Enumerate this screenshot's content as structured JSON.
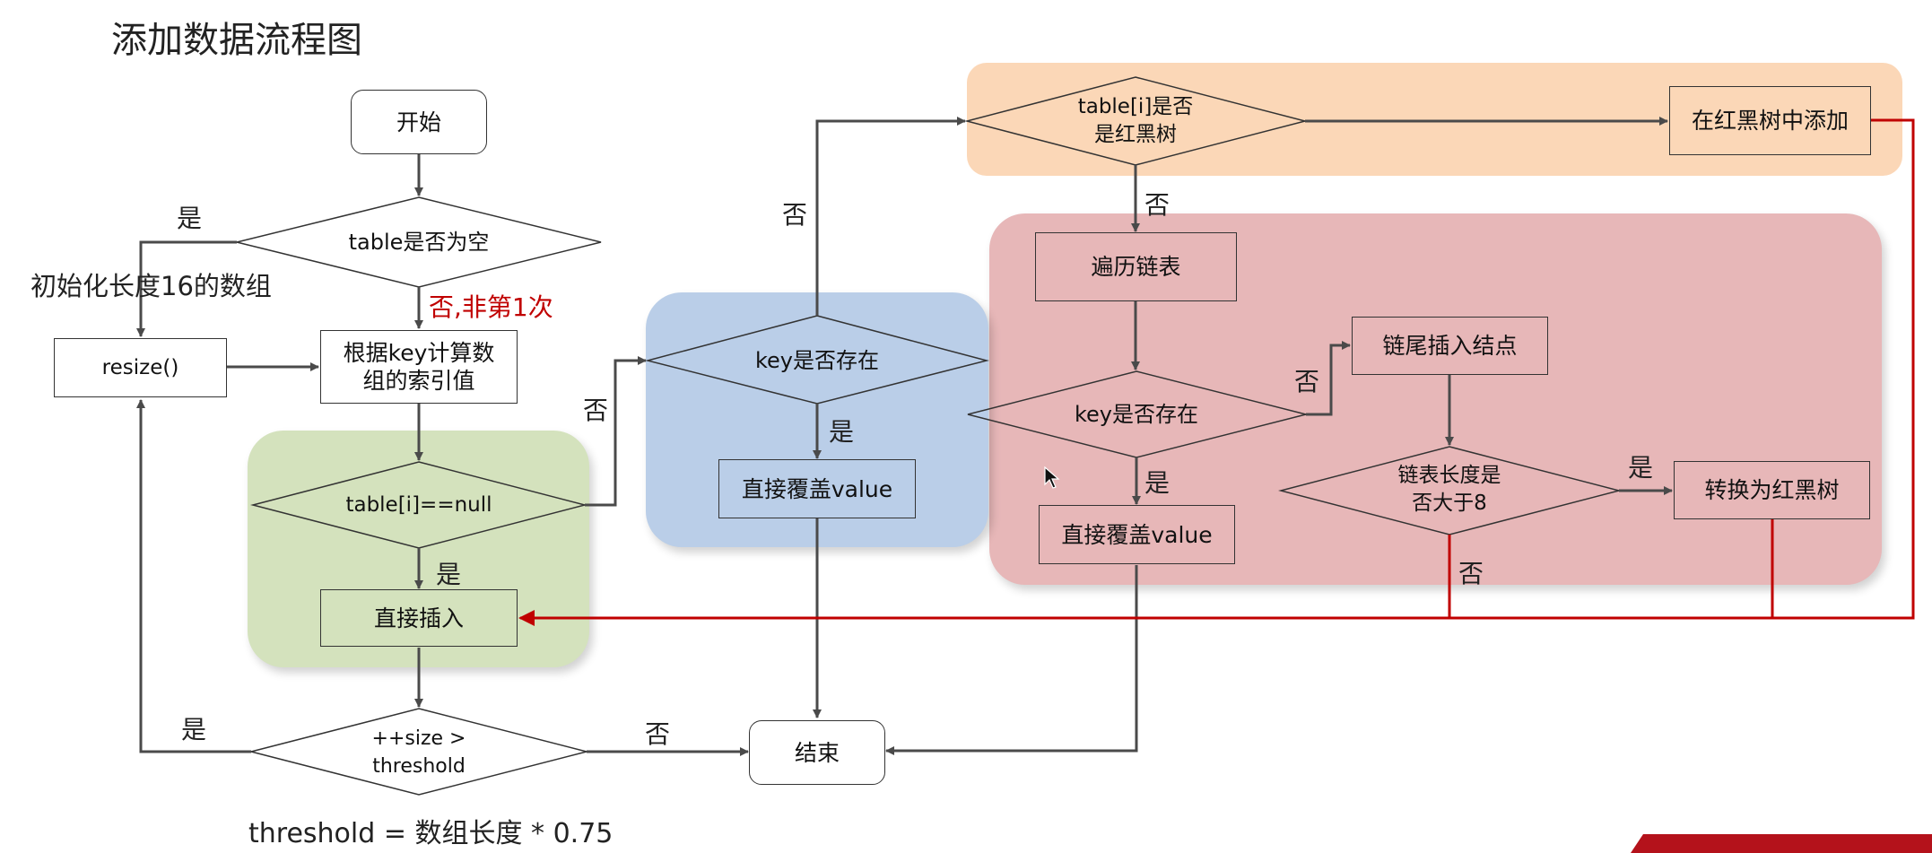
{
  "title": "添加数据流程图",
  "nodes": {
    "start": "开始",
    "table_empty": "table是否为空",
    "init_array": "初始化长度16的数组",
    "resize": "resize()",
    "calc_index": "根据key计算数组的索引值",
    "slot_null": "table[i]==null",
    "direct_insert": "直接插入",
    "size_check": "++size >\nthreshold",
    "end": "结束",
    "key_exists": "key是否存在",
    "overwrite": "直接覆盖value",
    "is_tree": "table[i]是否\n是红黑树",
    "tree_add": "在红黑树中添加",
    "traverse": "遍历链表",
    "list_key_exists": "key是否存在",
    "list_overwrite": "直接覆盖value",
    "tail_insert": "链尾插入结点",
    "length_check": "链表长度是\n否大于8",
    "to_tree": "转换为红黑树"
  },
  "edge_labels": {
    "empty_yes": "是",
    "empty_no": "否,非第1次",
    "slot_yes": "是",
    "slot_no": "否",
    "key_yes": "是",
    "key_no": "否",
    "tree_no": "否",
    "list_key_yes": "是",
    "list_key_no": "否",
    "length_yes": "是",
    "length_no": "否",
    "size_yes": "是",
    "size_no": "否"
  },
  "footnote": "threshold = 数组长度 * 0.75",
  "colors": {
    "line": "#4a4a4a",
    "return_line": "#c00000",
    "blue_region": "#bacee8",
    "green_region": "#d4e2bd",
    "red_region": "#e7b7b8",
    "orange_region": "#fbd7b7"
  }
}
